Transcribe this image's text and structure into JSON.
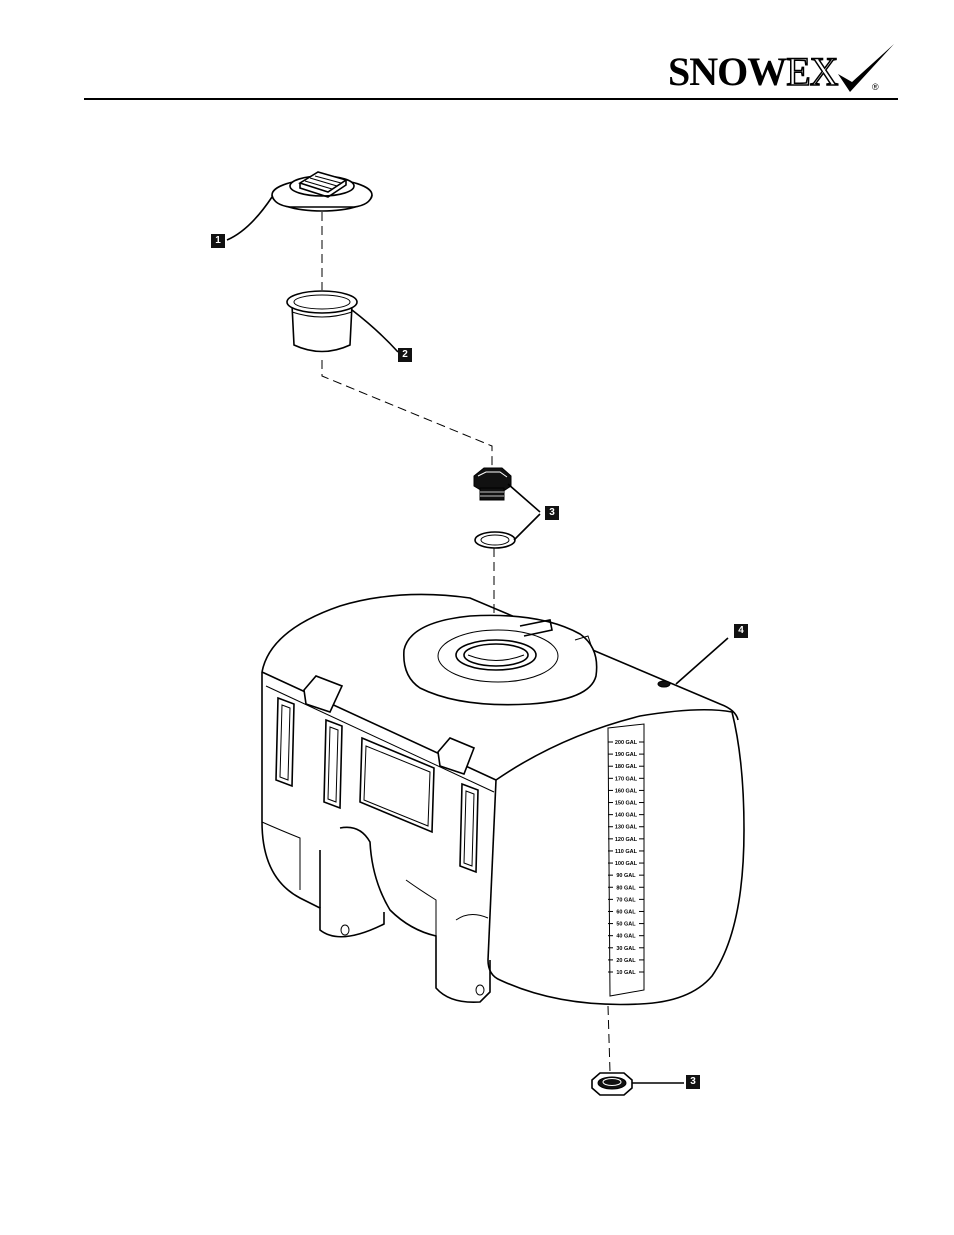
{
  "brand": {
    "name": "SnowEx",
    "wordmark_left": "SNOW",
    "wordmark_right": "EX",
    "registered": "®"
  },
  "callouts": [
    {
      "id": "1",
      "part": "lid"
    },
    {
      "id": "2",
      "part": "strainer-basket"
    },
    {
      "id": "3",
      "part": "bulkhead-fitting-and-gasket"
    },
    {
      "id": "4",
      "part": "tank"
    },
    {
      "id": "3",
      "part": "bulkhead-nut"
    }
  ],
  "gauge_labels": [
    "200 GAL",
    "190 GAL",
    "180 GAL",
    "170 GAL",
    "160 GAL",
    "150 GAL",
    "140 GAL",
    "130 GAL",
    "120 GAL",
    "110 GAL",
    "100 GAL",
    "90 GAL",
    "80 GAL",
    "70 GAL",
    "60 GAL",
    "50 GAL",
    "40 GAL",
    "30 GAL",
    "20 GAL",
    "10 GAL"
  ]
}
